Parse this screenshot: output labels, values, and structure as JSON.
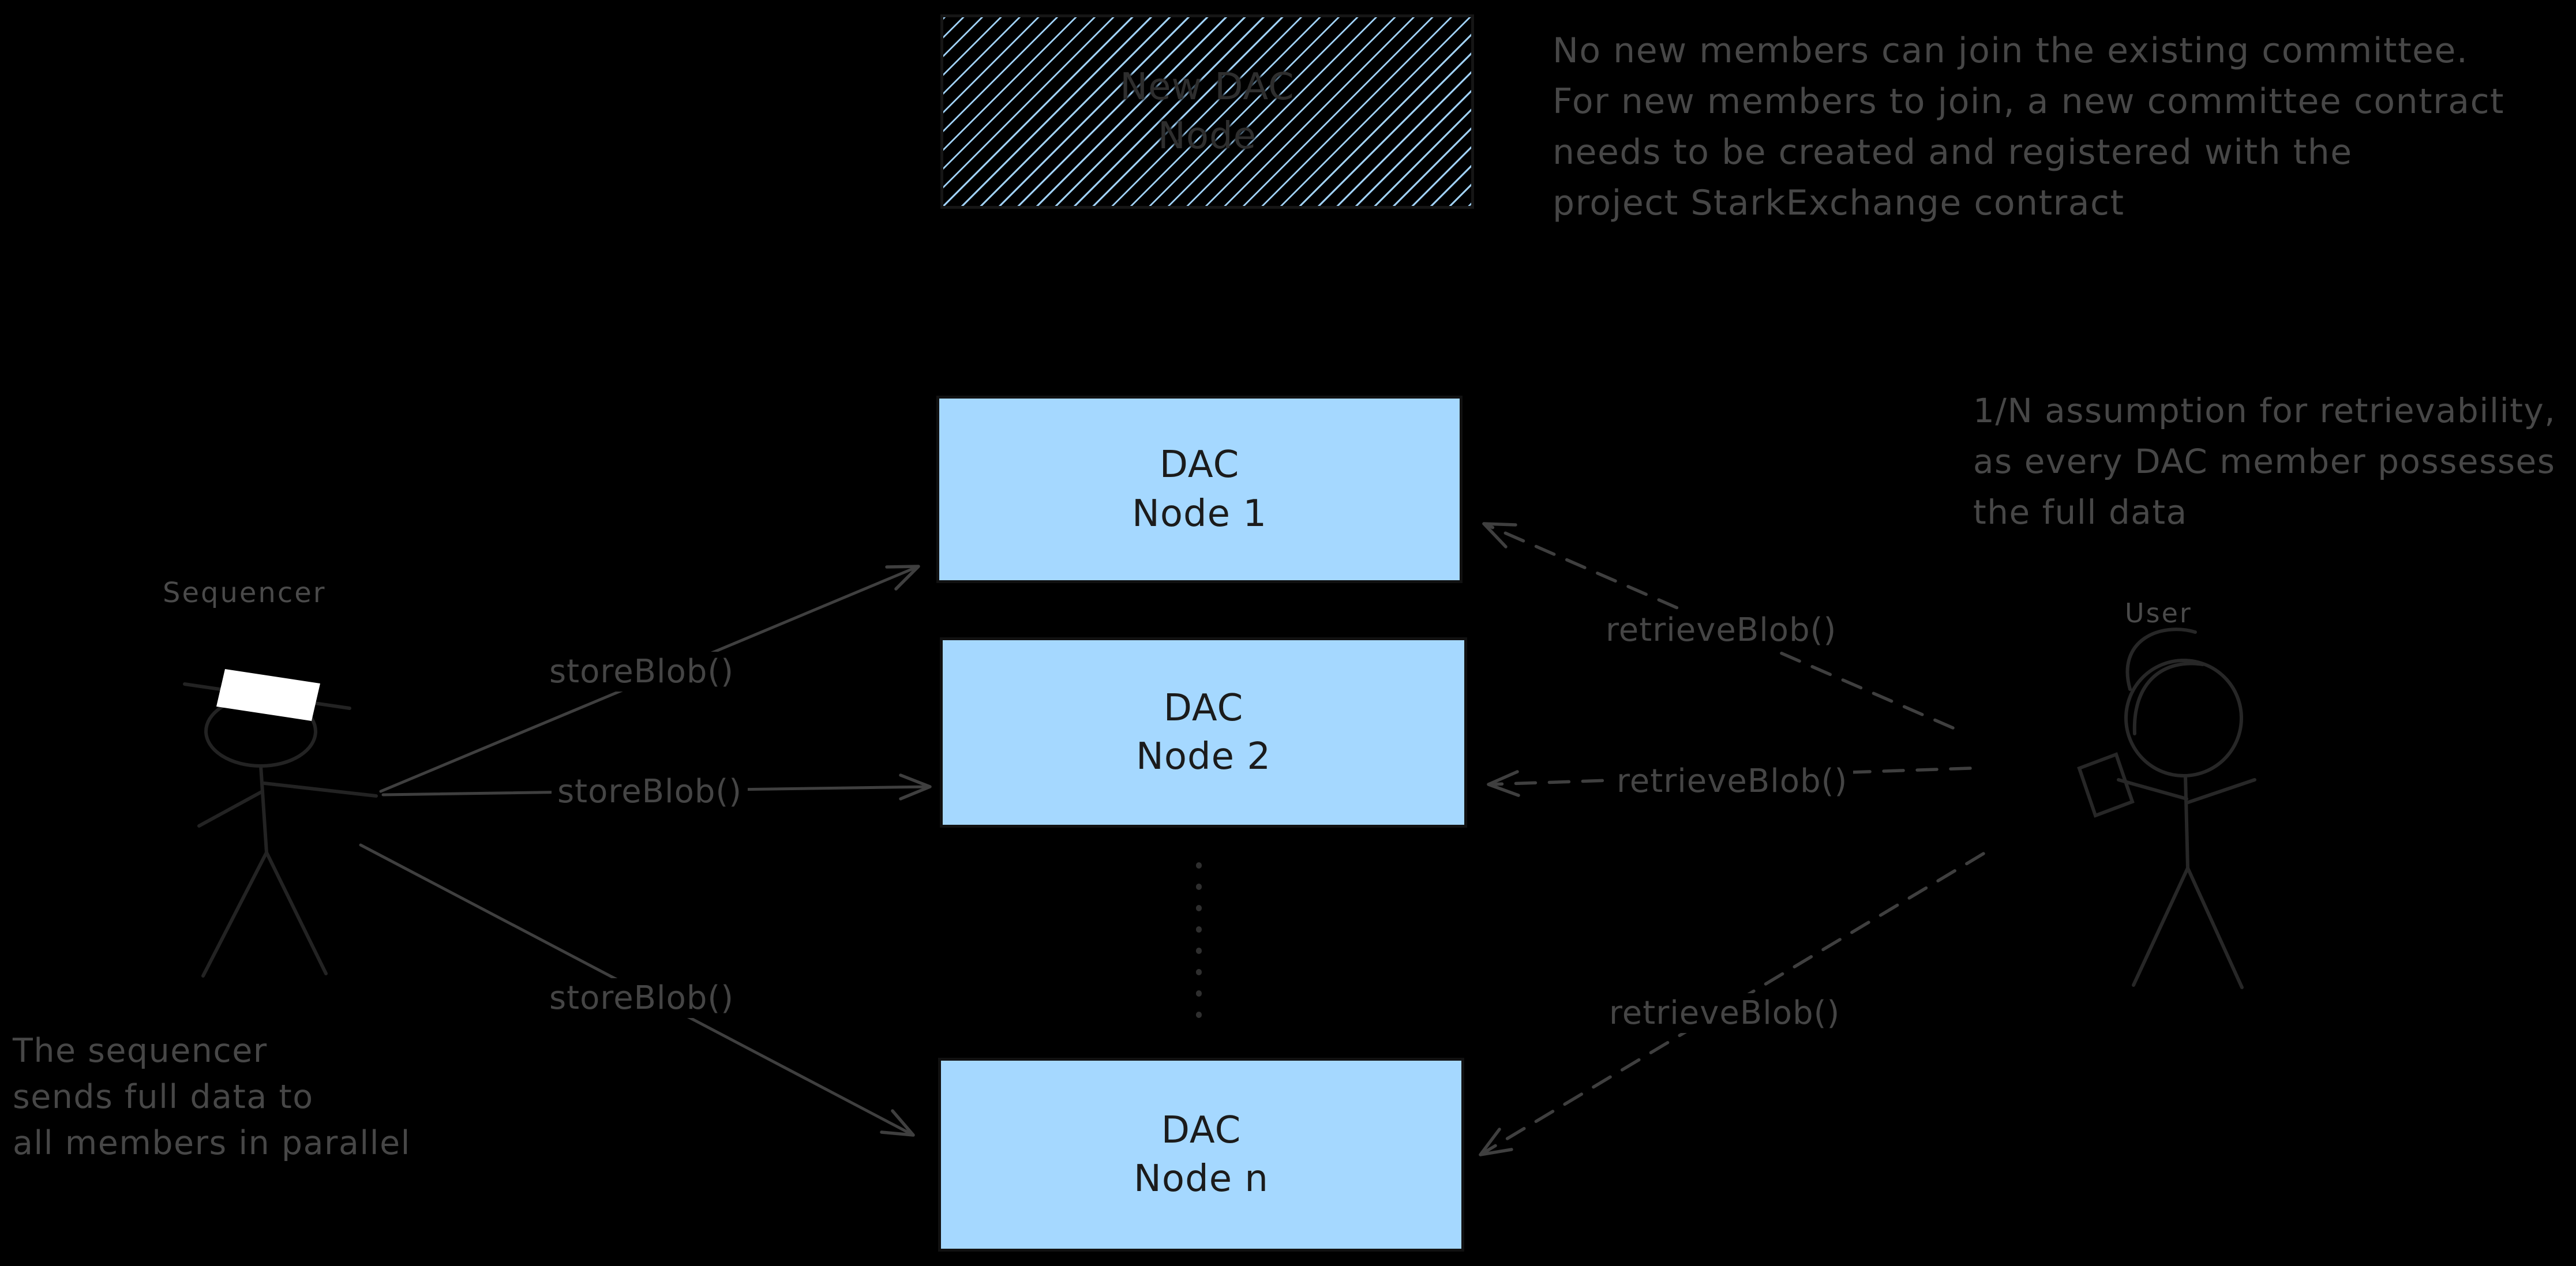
{
  "diagram": {
    "title_context": "DAC data availability committee diagram",
    "colors": {
      "background": "#000000",
      "node_fill": "#a5d8ff",
      "node_border": "#111111",
      "node_text": "#1b1b1b",
      "annotation_text": "#474747",
      "line_color": "#3f3f3f",
      "hat_color": "#ffffff"
    },
    "nodes": {
      "new_dac": {
        "line1": "New DAC",
        "line2": "Node",
        "style": "hatched"
      },
      "dac1": {
        "line1": "DAC",
        "line2": "Node 1"
      },
      "dac2": {
        "line1": "DAC",
        "line2": "Node 2"
      },
      "dacn": {
        "line1": "DAC",
        "line2": "Node n"
      }
    },
    "actors": {
      "sequencer": {
        "label": "Sequencer",
        "icon": "stick-figure-with-white-hat"
      },
      "user": {
        "label": "User",
        "icon": "stick-figure-with-phone"
      }
    },
    "edges": {
      "store_label": "storeBlob()",
      "retrieve_label": "retrieveBlob()",
      "store_style": "solid-arrow-left-to-right",
      "retrieve_style": "dashed-arrow-right-to-left",
      "ellipsis_style": "vertical-dotted-line"
    },
    "annotations": {
      "committee_note": [
        "No new members can join the existing committee.",
        "For new members to join, a new committee contract",
        "needs to be created and registered with the",
        "project StarkExchange contract"
      ],
      "retrievability_note": [
        "1/N assumption for retrievability,",
        "as every DAC member possesses",
        "the full data"
      ],
      "sequencer_note": [
        "The sequencer",
        "sends full data to",
        "all members in parallel"
      ]
    }
  }
}
